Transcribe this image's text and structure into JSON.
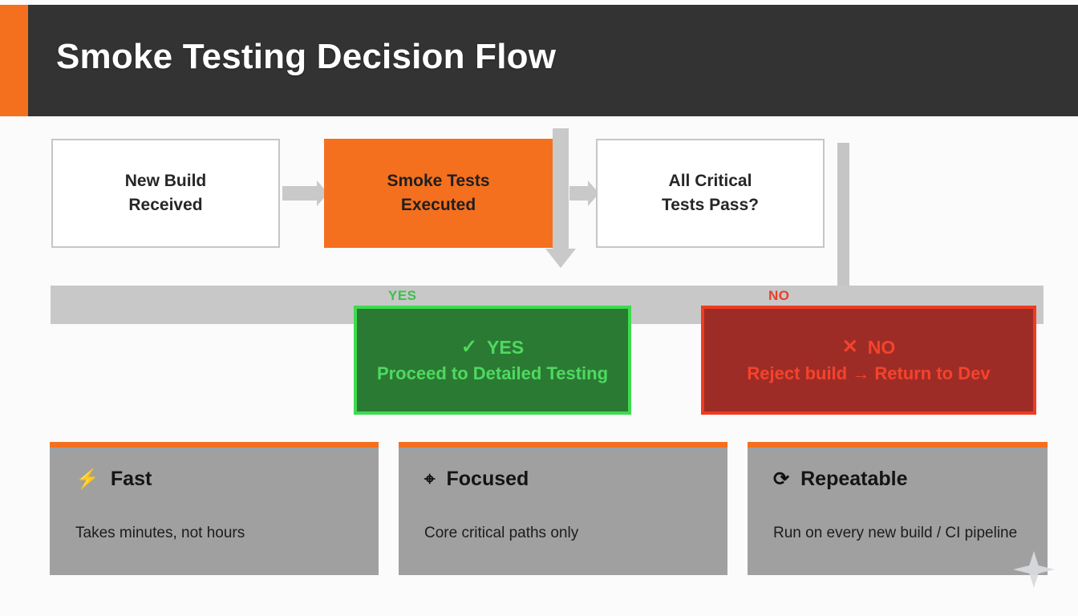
{
  "header": {
    "title": "Smoke Testing Decision Flow",
    "accent_color": "#f4701f",
    "background_color": "#333333"
  },
  "flow": {
    "boxes": [
      {
        "id": "new-build-received",
        "label": "New Build\nReceived",
        "style": "plain"
      },
      {
        "id": "smoke-tests-executed",
        "label": "Smoke Tests\nExecuted",
        "style": "accent"
      },
      {
        "id": "all-critical-tests-pass",
        "label": "All Critical\nTests Pass?",
        "style": "plain"
      }
    ],
    "branch_labels": {
      "yes": "YES",
      "no": "NO",
      "yes_color": "#3cc14b",
      "no_color": "#e8402a"
    },
    "connector_color": "#c9c9c9",
    "band_color": "#c8c8c8"
  },
  "outcomes": [
    {
      "id": "outcome-yes",
      "icon": "check-icon",
      "icon_glyph": "✓",
      "line1": "YES",
      "line2": "Proceed to Detailed Testing",
      "fill": "#2b7a34",
      "border": "#3ddb4e",
      "text_color": "#4fd95f"
    },
    {
      "id": "outcome-no",
      "icon": "cross-icon",
      "icon_glyph": "✕",
      "line1": "NO",
      "line2": "Reject build → Return to Dev",
      "fill": "#9e2c26",
      "border": "#ef3b21",
      "text_color": "#f4432c"
    }
  ],
  "features": [
    {
      "id": "fast",
      "icon": "lightning-bolt-icon",
      "icon_glyph": "⚡",
      "title": "Fast",
      "description": "Takes minutes, not hours"
    },
    {
      "id": "focused",
      "icon": "target-dart-icon",
      "icon_glyph": "⌖",
      "title": "Focused",
      "description": "Core critical paths only"
    },
    {
      "id": "repeatable",
      "icon": "repeat-refresh-icon",
      "icon_glyph": "⟳",
      "title": "Repeatable",
      "description": "Run on every new build / CI pipeline"
    }
  ],
  "decor": {
    "sparkle": "four-point-star",
    "sparkle_color": "#d9dade"
  }
}
